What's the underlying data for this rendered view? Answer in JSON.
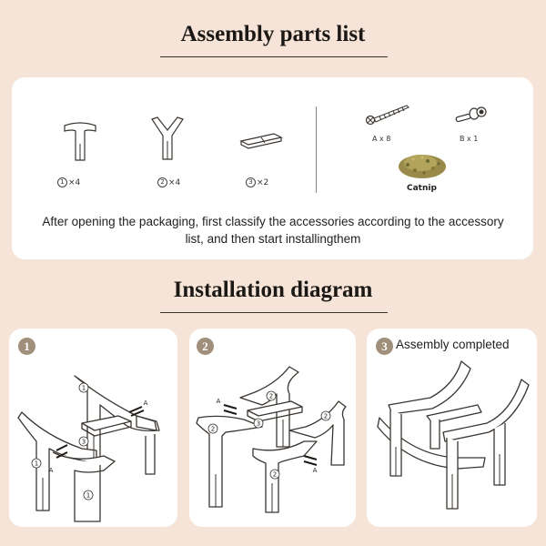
{
  "parts_section": {
    "title": "Assembly parts list",
    "parts": [
      {
        "number": "1",
        "quantity": "×4"
      },
      {
        "number": "2",
        "quantity": "×4"
      },
      {
        "number": "3",
        "quantity": "×2"
      }
    ],
    "hardware": [
      {
        "label": "A x 8",
        "icon": "screw-icon"
      },
      {
        "label": "B x 1",
        "icon": "hex-key-icon"
      }
    ],
    "catnip_label": "Catnip",
    "note": "After opening the packaging, first classify the accessories according to the accessory list, and then start installingthem"
  },
  "install_section": {
    "title": "Installation diagram",
    "steps": [
      {
        "number": "1",
        "label": ""
      },
      {
        "number": "2",
        "label": ""
      },
      {
        "number": "3",
        "label": "Assembly completed"
      }
    ],
    "diagram_labels": {
      "part1": "1",
      "part2": "2",
      "part3": "3",
      "screw": "A"
    }
  },
  "colors": {
    "background": "#f5e4d7",
    "card": "#ffffff",
    "badge": "#a08f7a",
    "line_art": "#3a3530"
  }
}
